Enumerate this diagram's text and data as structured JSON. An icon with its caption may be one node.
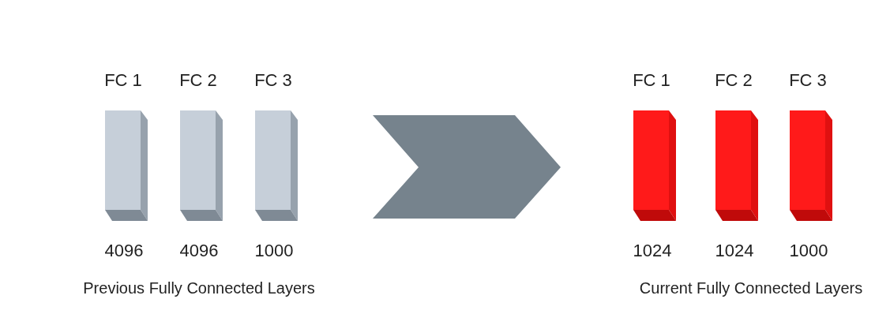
{
  "diagram": {
    "nodes": [
      {
        "text": [
          "FC 1"
        ],
        "beside": [
          "4096"
        ]
      },
      {
        "text": [
          "FC 2"
        ],
        "beside": [
          "4096"
        ]
      },
      {
        "text": [
          "FC 3"
        ],
        "beside": [
          "1000"
        ]
      },
      {
        "text": [
          "FC 1"
        ],
        "beside": [
          "1024"
        ]
      },
      {
        "text": [
          "FC 2"
        ],
        "beside": [
          "1024"
        ]
      },
      {
        "text": [
          "FC 3"
        ],
        "beside": [
          "1000"
        ]
      }
    ],
    "edges": [
      {
        "from": 2,
        "to": 3,
        "arrow": "to",
        "style": "thick"
      }
    ],
    "labels": [
      "Previous Fully Connected Layers",
      "Current Fully Connected Layers"
    ]
  }
}
